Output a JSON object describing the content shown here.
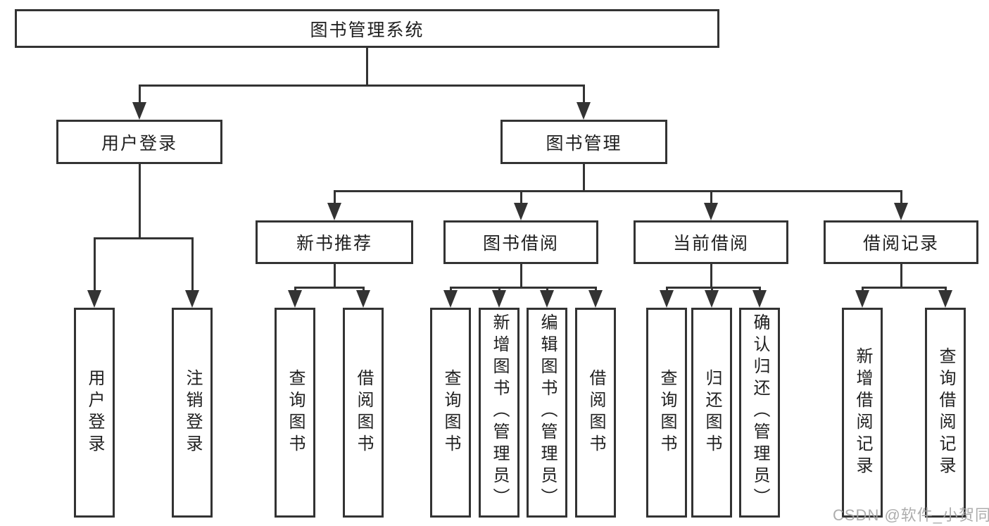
{
  "root": {
    "label": "图书管理系统"
  },
  "nodes": {
    "user_login": {
      "label": "用户登录",
      "children": [
        "用户登录",
        "注销登录"
      ]
    },
    "book_mgmt": {
      "label": "图书管理"
    },
    "new_books": {
      "label": "新书推荐",
      "children": [
        "查询图书",
        "借阅图书"
      ]
    },
    "book_borrow": {
      "label": "图书借阅",
      "children": [
        "查询图书",
        "新增图书（管理员）",
        "编辑图书（管理员）",
        "借阅图书"
      ]
    },
    "current_borrow": {
      "label": "当前借阅",
      "children": [
        "查询图书",
        "归还图书",
        "确认归还（管理员）"
      ]
    },
    "borrow_records": {
      "label": "借阅记录",
      "children": [
        "新增借阅记录",
        "查询借阅记录"
      ]
    }
  },
  "colors": {
    "line": "#333333",
    "text": "#1f1f1f",
    "background": "#ffffff"
  },
  "watermark": "CSDN @软件_小贺同学"
}
